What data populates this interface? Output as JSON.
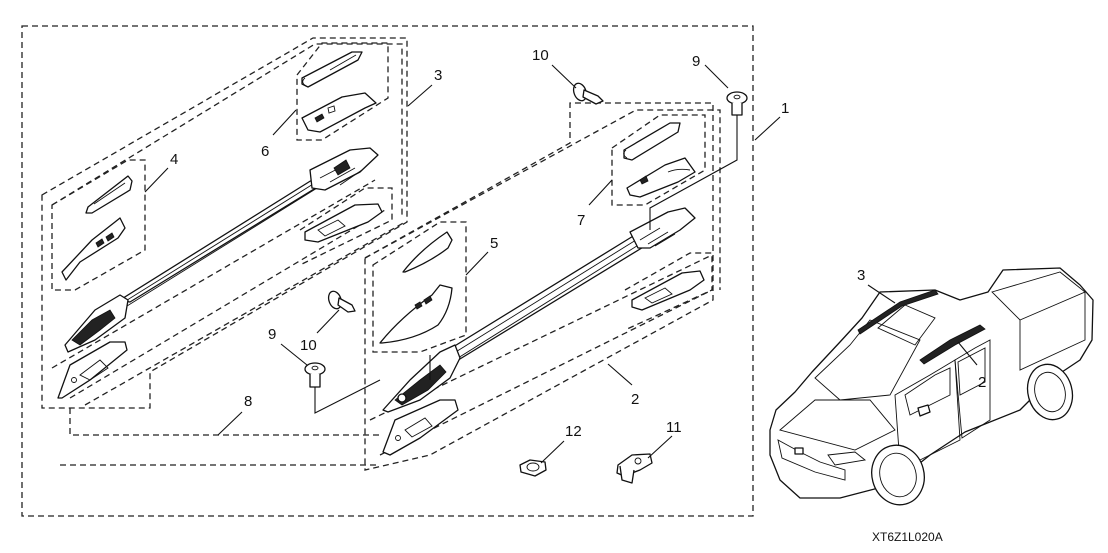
{
  "diagram": {
    "title": "Roof Rail Kit Exploded Parts Diagram",
    "diagram_code": "XT6Z1L020A",
    "callouts": [
      {
        "id": "1",
        "label": "1",
        "part": "roof-rail-kit"
      },
      {
        "id": "2",
        "label": "2",
        "part": "right-roof-rail-assembly"
      },
      {
        "id": "3",
        "label": "3",
        "part": "left-roof-rail-assembly"
      },
      {
        "id": "4",
        "label": "4",
        "part": "left-front-cover-set"
      },
      {
        "id": "5",
        "label": "5",
        "part": "right-front-cover-set"
      },
      {
        "id": "6",
        "label": "6",
        "part": "left-rear-cover-set"
      },
      {
        "id": "7",
        "label": "7",
        "part": "right-rear-cover-set"
      },
      {
        "id": "8",
        "label": "8",
        "part": "base-pad-set"
      },
      {
        "id": "9a",
        "label": "9",
        "part": "bolt"
      },
      {
        "id": "9b",
        "label": "9",
        "part": "bolt"
      },
      {
        "id": "10a",
        "label": "10",
        "part": "screw"
      },
      {
        "id": "10b",
        "label": "10",
        "part": "screw"
      },
      {
        "id": "11",
        "label": "11",
        "part": "clip"
      },
      {
        "id": "12",
        "label": "12",
        "part": "grommet"
      }
    ],
    "vehicle_callouts": [
      {
        "id": "v3",
        "label": "3",
        "part": "left-roof-rail-location"
      },
      {
        "id": "v2",
        "label": "2",
        "part": "right-roof-rail-location"
      }
    ]
  }
}
